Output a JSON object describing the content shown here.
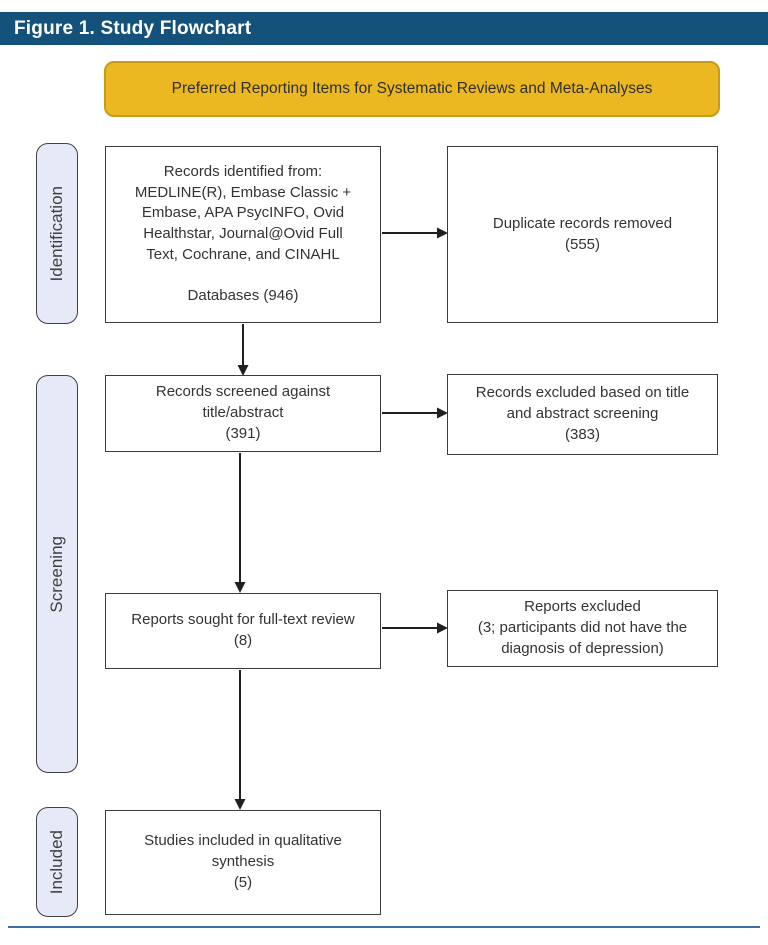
{
  "header": {
    "title": "Figure 1. Study Flowchart"
  },
  "banner": {
    "text": "Preferred Reporting Items for Systematic Reviews and Meta-Analyses"
  },
  "stages": [
    {
      "label": "Identification"
    },
    {
      "label": "Screening"
    },
    {
      "label": "Included"
    }
  ],
  "flow": {
    "boxes": [
      {
        "name": "records-identified",
        "text": "Records identified from:\nMEDLINE(R), Embase Classic +\nEmbase, APA PsycINFO, Ovid\nHealthstar, Journal@Ovid Full\nText, Cochrane, and CINAHL\n\nDatabases (946)",
        "count": 946
      },
      {
        "name": "duplicates-removed",
        "text": "Duplicate records removed\n(555)",
        "count": 555
      },
      {
        "name": "records-screened",
        "text": "Records screened against\ntitle/abstract\n(391)",
        "count": 391
      },
      {
        "name": "records-excluded-title-abstract",
        "text": "Records excluded based on title\nand abstract screening\n(383)",
        "count": 383
      },
      {
        "name": "reports-sought-fulltext",
        "text": "Reports sought for full-text review\n(8)",
        "count": 8
      },
      {
        "name": "reports-excluded",
        "text": "Reports excluded\n(3; participants did not have the\ndiagnosis of depression)",
        "count": 3
      },
      {
        "name": "studies-included-qualitative",
        "text": "Studies included in qualitative\nsynthesis\n(5)",
        "count": 5
      }
    ]
  },
  "colors": {
    "header_bg": "#14527C",
    "header_text": "#FFFFFF",
    "banner_bg": "#EBB821",
    "banner_border": "#C79B17",
    "stage_bg": "#E6EAF8",
    "box_border": "#3C3C3C",
    "arrow": "#231F20",
    "bottom_rule": "#3A6EA5"
  }
}
